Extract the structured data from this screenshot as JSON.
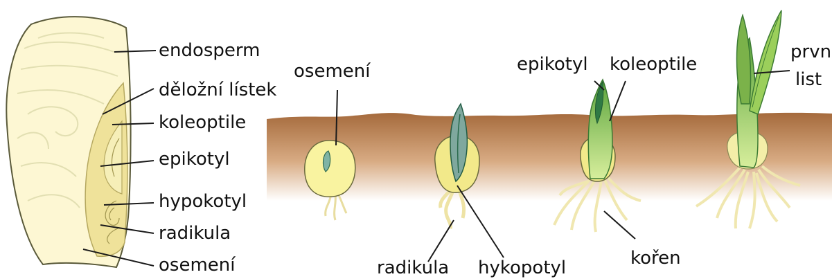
{
  "colors": {
    "soil_top": "#a56a3c",
    "soil_bottom": "#ffffff",
    "seed_fill": "#fdf7d3",
    "seed_outline": "#5a5a3a",
    "endosperm_lines": "#e2dfb2",
    "cotyledon": "#efe29a",
    "shoot_green": "#7cc34c",
    "leaf_dark": "#3f8a3a",
    "root": "#fdf7cf",
    "leader": "#1a1a1a"
  },
  "labels": {
    "seed": {
      "endosperm": "endosperm",
      "cotyledon": "děložní lístek",
      "coleoptile": "koleoptile",
      "epicotyl": "epikotyl",
      "hypocotyl": "hypokotyl",
      "radicle": "radikula",
      "seed_coat": "osemení"
    },
    "stages": {
      "seed_coat": "osemení",
      "radicle": "radikula",
      "hypocotyl": "hykopotyl",
      "epicotyl": "epikotyl",
      "coleoptile": "koleoptile",
      "root": "kořen",
      "first_leaf_line1": "první",
      "first_leaf_line2": "list"
    }
  }
}
